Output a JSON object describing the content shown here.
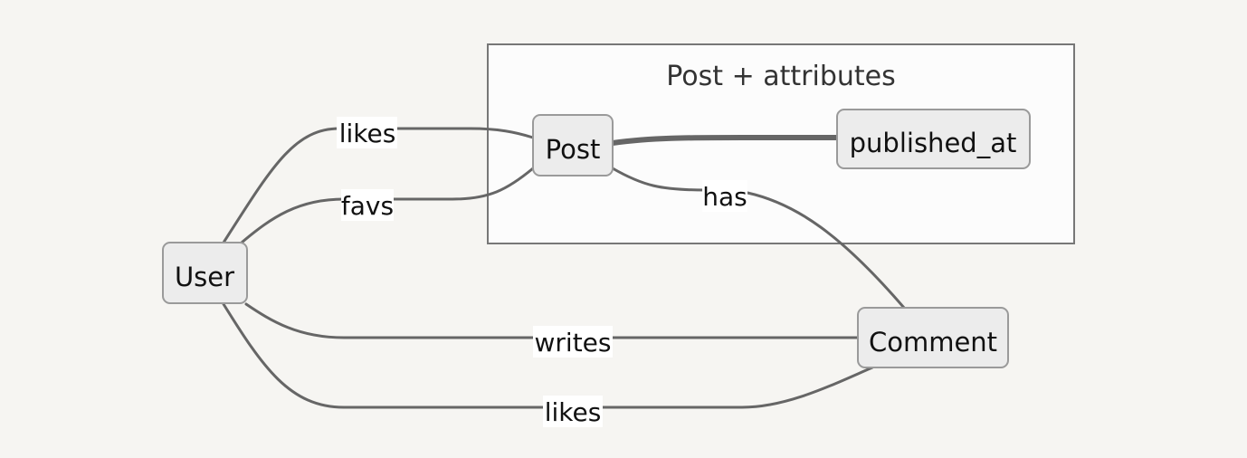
{
  "cluster": {
    "title": "Post + attributes"
  },
  "nodes": {
    "user": "User",
    "post": "Post",
    "published_at": "published_at",
    "comment": "Comment"
  },
  "edges": {
    "user_likes_post": "likes",
    "user_favs_post": "favs",
    "post_has_comment": "has",
    "user_writes_comment": "writes",
    "user_likes_comment": "likes"
  },
  "colors": {
    "background": "#f6f5f2",
    "edge": "#666666",
    "node_fill": "#ececec",
    "node_border": "#9a9a9a",
    "cluster_fill": "#fcfcfc",
    "cluster_border": "#777777"
  }
}
